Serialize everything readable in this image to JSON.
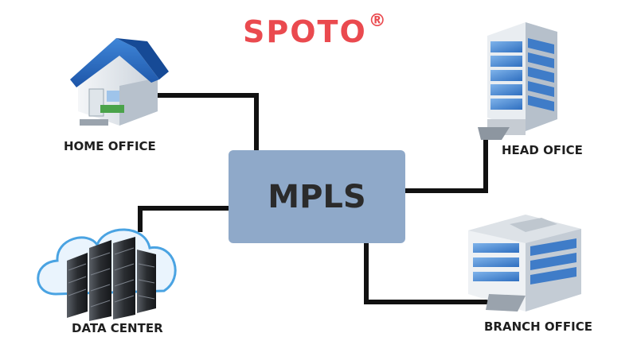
{
  "brand": {
    "logo_text": "SPOTO",
    "registered_mark": "®",
    "color": "#ea4a4f"
  },
  "hub": {
    "label": "MPLS",
    "color": "#8fa9c9"
  },
  "nodes": [
    {
      "id": "home",
      "label": "HOME OFFICE",
      "icon": "house-icon"
    },
    {
      "id": "head",
      "label": "HEAD OFICE",
      "icon": "office-tower-icon"
    },
    {
      "id": "datacenter",
      "label": "DATA CENTER",
      "icon": "server-cloud-icon"
    },
    {
      "id": "branch",
      "label": "BRANCH OFFICE",
      "icon": "office-building-icon"
    }
  ],
  "link_color": "#111111"
}
